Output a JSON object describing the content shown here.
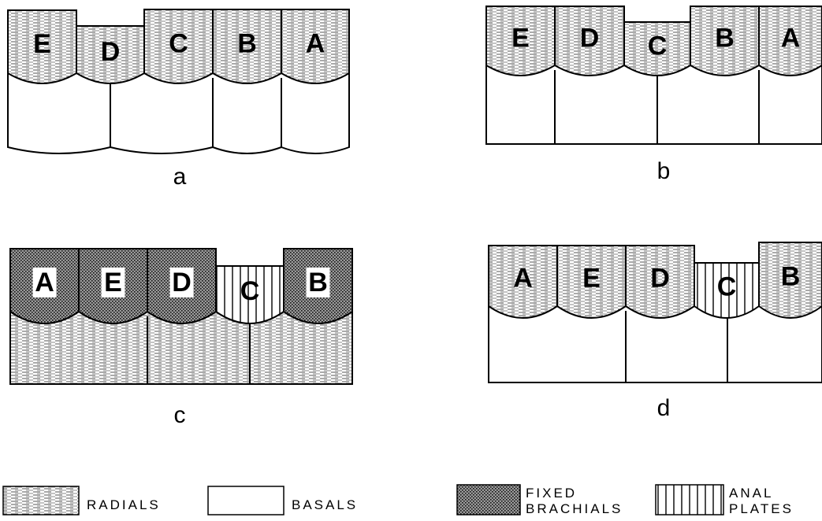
{
  "figure": {
    "panels": [
      {
        "id": "a",
        "caption": "a",
        "plates": [
          {
            "letter": "E",
            "fill": "radials"
          },
          {
            "letter": "D",
            "fill": "radials"
          },
          {
            "letter": "C",
            "fill": "radials"
          },
          {
            "letter": "B",
            "fill": "radials"
          },
          {
            "letter": "A",
            "fill": "radials"
          }
        ],
        "lower_row": "basals",
        "lower_count": 4
      },
      {
        "id": "b",
        "caption": "b",
        "plates": [
          {
            "letter": "E",
            "fill": "radials"
          },
          {
            "letter": "D",
            "fill": "radials"
          },
          {
            "letter": "C",
            "fill": "radials"
          },
          {
            "letter": "B",
            "fill": "radials"
          },
          {
            "letter": "A",
            "fill": "radials"
          }
        ],
        "lower_row": "basals",
        "lower_count": 4
      },
      {
        "id": "c",
        "caption": "c",
        "plates": [
          {
            "letter": "A",
            "fill": "fixed_brachials"
          },
          {
            "letter": "E",
            "fill": "fixed_brachials"
          },
          {
            "letter": "D",
            "fill": "fixed_brachials"
          },
          {
            "letter": "C",
            "fill": "anal_plates"
          },
          {
            "letter": "B",
            "fill": "fixed_brachials"
          }
        ],
        "lower_row": "radials",
        "lower_count": 3
      },
      {
        "id": "d",
        "caption": "d",
        "plates": [
          {
            "letter": "A",
            "fill": "radials"
          },
          {
            "letter": "E",
            "fill": "radials"
          },
          {
            "letter": "D",
            "fill": "radials"
          },
          {
            "letter": "C",
            "fill": "anal_plates"
          },
          {
            "letter": "B",
            "fill": "radials"
          }
        ],
        "lower_row": "basals",
        "lower_count": 3
      }
    ]
  },
  "legend": {
    "items": [
      {
        "key": "radials",
        "label_lines": [
          "RADIALS"
        ]
      },
      {
        "key": "basals",
        "label_lines": [
          "BASALS"
        ]
      },
      {
        "key": "fixed_brachials",
        "label_lines": [
          "FIXED",
          "BRACHIALS"
        ]
      },
      {
        "key": "anal_plates",
        "label_lines": [
          "ANAL",
          "PLATES"
        ]
      }
    ]
  },
  "colors": {
    "ink": "#000000",
    "paper": "#ffffff",
    "radials_hatch": "#555555",
    "brachials_stipple": "#222222"
  }
}
